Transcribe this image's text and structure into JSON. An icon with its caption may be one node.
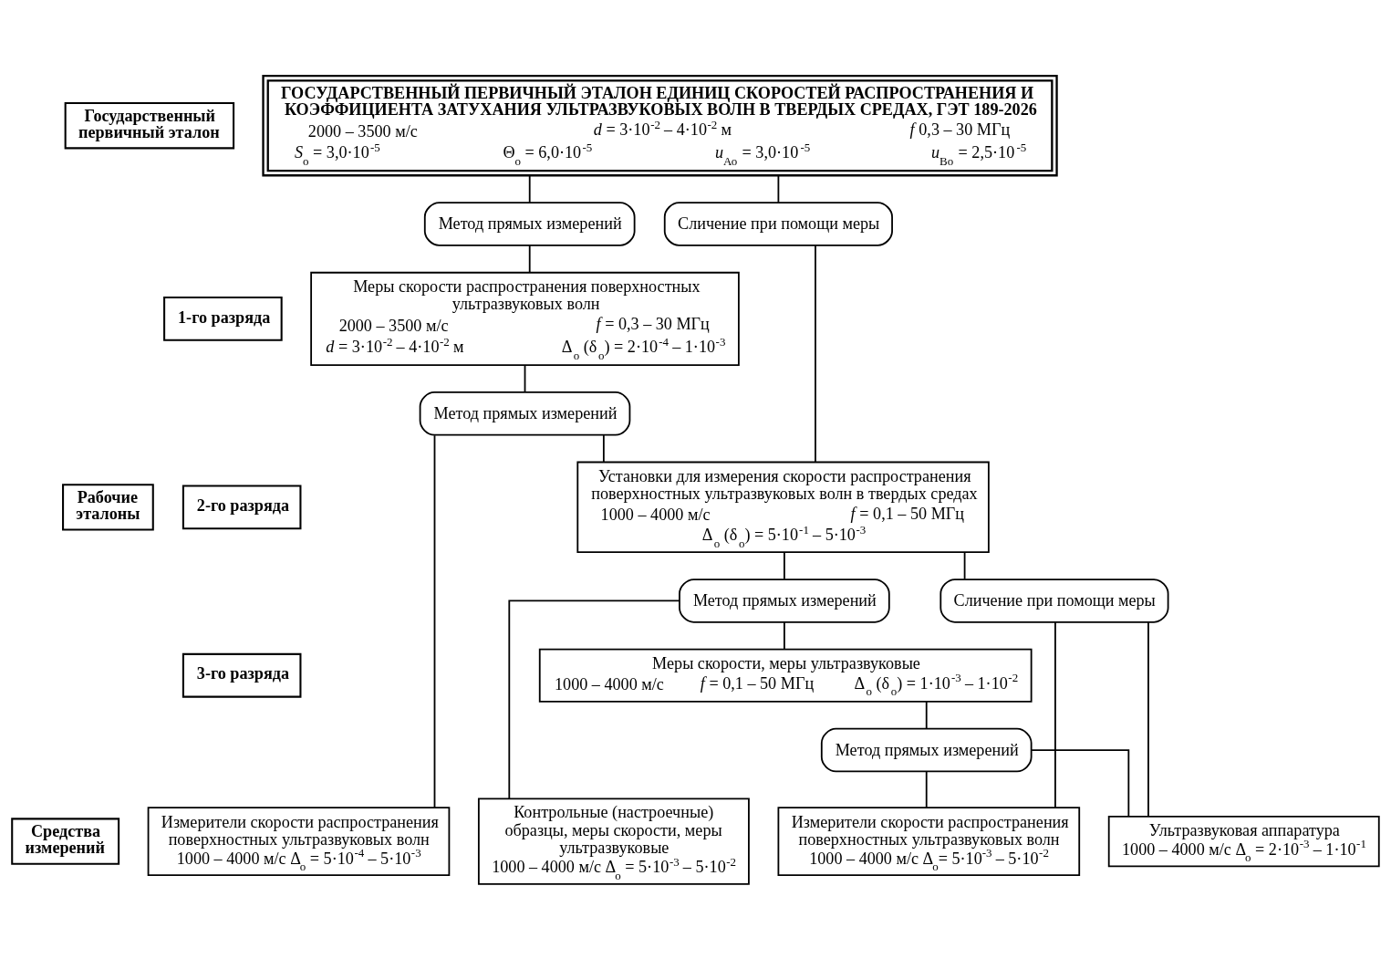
{
  "diagram": {
    "nodes": [
      {
        "text": [
          "Государственный первичный эталон"
        ]
      },
      {
        "text": [
          "Рабочие эталоны"
        ]
      },
      {
        "text": [
          "1-го разряда"
        ]
      },
      {
        "text": [
          "2-го разряда"
        ]
      },
      {
        "text": [
          "3-го разряда"
        ]
      },
      {
        "text": [
          "Средства измерений"
        ]
      },
      {
        "text": [
          "ГОСУДАРСТВЕННЫЙ ПЕРВИЧНЫЙ ЭТАЛОН ЕДИНИЦ СКОРОСТЕЙ РАСПРОСТРАНЕНИЯ И КОЭФФИЦИЕНТА ЗАТУХАНИЯ УЛЬТРАЗВУКОВЫХ ВОЛН В ТВЕРДЫХ СРЕДАХ, ГЭТ 189-2026",
          "2000 – 3500 м/с",
          "*d* = 3·10$^{-2}$ – 4·10$^{-2}$ м",
          "*f* 0,3 – 30 МГц",
          "*S*$_{о}$ = 3,0·10$^{-5}$",
          "Θ$_{о}$ = 6,0·10$^{-5}$",
          "*u*$_{Ао}$ = 3,0·10$^{-5}$",
          "*u*$_{Во}$ = 2,5·10$^{-5}$"
        ]
      },
      {
        "text": [
          "Метод прямых измерений"
        ]
      },
      {
        "text": [
          "Сличение при помощи меры"
        ]
      },
      {
        "text": [
          "Меры скорости распространения поверхностных ультразвуковых волн",
          "2000 – 3500 м/с",
          "*f* = 0,3 – 30 МГц",
          "*d* = 3·10$^{-2}$ – 4·10$^{-2}$ м",
          "Δ$_{о}$ (δ$_{о}$) = 2·10$^{-4}$ – 1·10$^{-3}$"
        ]
      },
      {
        "text": [
          "Метод прямых измерений"
        ]
      },
      {
        "text": [
          "Установки для измерения скорости распространения поверхностных ультразвуковых волн в твердых средах",
          "1000 – 4000 м/с",
          "*f* = 0,1 – 50 МГц",
          "Δ$_{о}$ (δ$_{о}$) = 5·10$^{-1}$ – 5·10$^{-3}$"
        ]
      },
      {
        "text": [
          "Метод прямых измерений"
        ]
      },
      {
        "text": [
          "Сличение при помощи меры"
        ]
      },
      {
        "text": [
          "Меры скорости, меры ультразвуковые",
          "1000 – 4000 м/с",
          "*f* = 0,1 – 50 МГц",
          "Δ$_{о}$ (δ$_{о}$) = 1·10$^{-3}$ – 1·10$^{-2}$"
        ]
      },
      {
        "text": [
          "Метод прямых измерений"
        ]
      },
      {
        "text": [
          "Измерители скорости распространения поверхностных ультразвуковых волн",
          "1000 – 4000 м/с Δ$_{о}$ = 5·10$^{-4}$ – 5·10$^{-3}$"
        ]
      },
      {
        "text": [
          "Контрольные (настроечные) образцы, меры скорости, меры ультразвуковые",
          "1000 – 4000 м/с Δ$_{о}$ = 5·10$^{-3}$ – 5·10$^{-2}$"
        ]
      },
      {
        "text": [
          "Измерители скорости распространения поверхностных ультразвуковых волн",
          "1000 – 4000 м/с Δ$_{о}$= 5·10$^{-3}$ – 5·10$^{-2}$"
        ]
      },
      {
        "text": [
          "Ультразвуковая аппаратура",
          "1000 – 4000 м/с Δ$_{о}$ = 2·10$^{-3}$ – 1·10$^{-1}$"
        ]
      }
    ],
    "edges": [
      {
        "from": 6,
        "to": 7,
        "arrow": "none"
      },
      {
        "from": 6,
        "to": 8,
        "arrow": "none"
      },
      {
        "from": 7,
        "to": 9,
        "arrow": "none"
      },
      {
        "from": 9,
        "to": 10,
        "arrow": "none"
      },
      {
        "from": 10,
        "to": 16,
        "arrow": "none"
      },
      {
        "from": 10,
        "to": 11,
        "arrow": "none"
      },
      {
        "from": 8,
        "to": 11,
        "arrow": "none"
      },
      {
        "from": 11,
        "to": 12,
        "arrow": "none"
      },
      {
        "from": 11,
        "to": 13,
        "arrow": "none"
      },
      {
        "from": 12,
        "to": 14,
        "arrow": "none"
      },
      {
        "from": 12,
        "to": 17,
        "arrow": "none"
      },
      {
        "from": 13,
        "to": 18,
        "arrow": "none"
      },
      {
        "from": 13,
        "to": 19,
        "arrow": "none"
      },
      {
        "from": 14,
        "to": 15,
        "arrow": "none"
      },
      {
        "from": 15,
        "to": 18,
        "arrow": "none"
      },
      {
        "from": 15,
        "to": 19,
        "arrow": "none"
      }
    ]
  }
}
